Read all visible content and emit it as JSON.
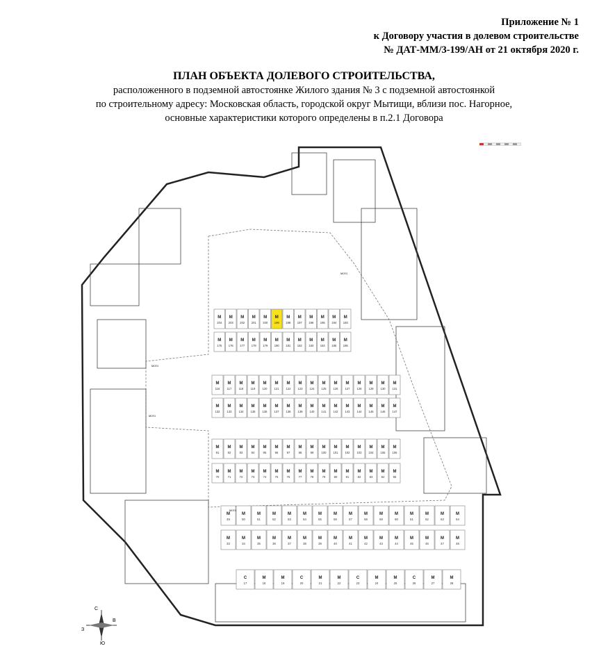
{
  "header": {
    "appendix_line1": "Приложение № 1",
    "appendix_line2": "к Договору участия в долевом строительстве",
    "appendix_line3": "№ ДАТ-ММ/3-199/АН от 21 октября 2020 г."
  },
  "title": {
    "main": "ПЛАН ОБЪЕКТА ДОЛЕВОГО СТРОИТЕЛЬСТВА,",
    "line2": "расположенного в подземной автостоянке Жилого здания № 3 с подземной автостоянкой",
    "line3": "по строительному адресу: Московская область, городской округ Мытищи, вблизи пос. Нагорное,",
    "line4": "основные характеристики которого определены в п.2.1 Договора"
  },
  "plan": {
    "highlight_color": "#f7e11c",
    "highlighted_space": "199",
    "compass": {
      "north": "С",
      "south": "Ю",
      "east": "В",
      "west": "З"
    },
    "labels": {
      "moto": "мото",
      "spot_m": "М",
      "spot_c": "С"
    },
    "row_a_numbers": [
      "204",
      "203",
      "202",
      "201",
      "200",
      "199",
      "198",
      "197",
      "196",
      "195",
      "194",
      "193"
    ],
    "row_b_numbers": [
      "175",
      "176",
      "177",
      "178",
      "179",
      "180",
      "181",
      "182",
      "183",
      "184",
      "185",
      "186"
    ],
    "row_c_numbers": [
      "116",
      "117",
      "118",
      "119",
      "120",
      "121",
      "122",
      "123",
      "124",
      "125",
      "126",
      "127",
      "128",
      "129",
      "130",
      "131"
    ],
    "row_d_numbers": [
      "132",
      "133",
      "134",
      "135",
      "136",
      "137",
      "138",
      "139",
      "140",
      "141",
      "142",
      "143",
      "144",
      "145",
      "146",
      "147"
    ],
    "row_e_numbers": [
      "91",
      "92",
      "93",
      "94",
      "95",
      "96",
      "97",
      "98",
      "99",
      "100",
      "101",
      "102",
      "103",
      "104",
      "105",
      "106"
    ],
    "row_f_numbers": [
      "70",
      "71",
      "72",
      "73",
      "74",
      "75",
      "76",
      "77",
      "78",
      "79",
      "80",
      "81",
      "82",
      "83",
      "84",
      "85"
    ],
    "row_g_numbers": [
      "49",
      "50",
      "51",
      "52",
      "53",
      "54",
      "55",
      "56",
      "57",
      "58",
      "59",
      "60",
      "61",
      "62",
      "63",
      "64"
    ],
    "row_h_numbers": [
      "33",
      "34",
      "35",
      "36",
      "37",
      "38",
      "39",
      "40",
      "41",
      "42",
      "43",
      "44",
      "45",
      "46",
      "47",
      "48"
    ],
    "row_i_numbers": [
      "17",
      "18",
      "19",
      "20",
      "21",
      "22",
      "23",
      "24",
      "25",
      "26",
      "27",
      "28"
    ]
  }
}
